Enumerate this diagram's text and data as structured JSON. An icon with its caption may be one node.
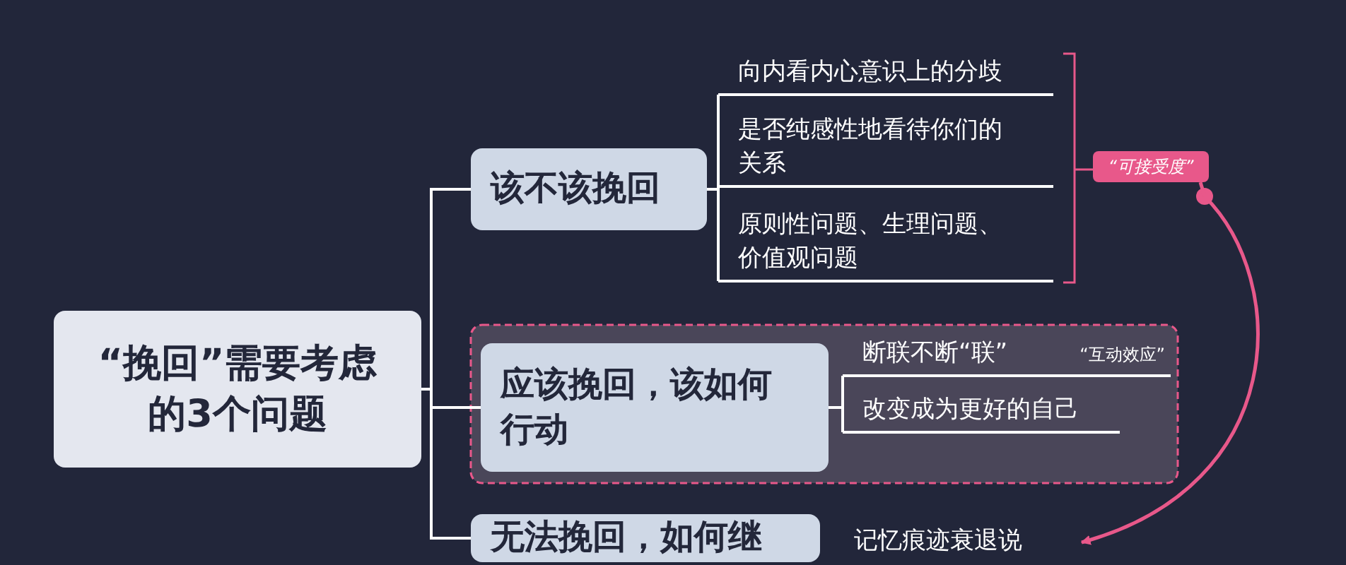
{
  "diagram": {
    "nodes": [
      {
        "text": [
          "“挽回”需要考虑的3个问题"
        ]
      },
      {
        "text": [
          "该不该挽回"
        ]
      },
      {
        "text": [
          "向内看内心意识上的分歧"
        ]
      },
      {
        "text": [
          "是否纯感性地看待你们的关系"
        ]
      },
      {
        "text": [
          "原则性问题、生理问题、价值观问题"
        ]
      },
      {
        "text": [
          "“可接受度”"
        ]
      },
      {
        "text": [],
        "shape": "box"
      },
      {
        "text": [
          "应该挽回，该如何行动"
        ],
        "in": 6
      },
      {
        "text": [
          "断联不断“联”",
          "“互动效应”"
        ],
        "in": 6
      },
      {
        "text": [
          "改变成为更好的自己"
        ],
        "in": 6
      },
      {
        "text": [
          "无法挽回，如何继"
        ]
      },
      {
        "text": [
          "记忆痕迹衰退说"
        ]
      }
    ],
    "edges": [
      {
        "from": 0,
        "to": 1,
        "arrow": "none"
      },
      {
        "from": 0,
        "to": 7,
        "arrow": "none"
      },
      {
        "from": 0,
        "to": 10,
        "arrow": "none"
      },
      {
        "from": 1,
        "to": 2,
        "arrow": "none"
      },
      {
        "from": 1,
        "to": 3,
        "arrow": "none"
      },
      {
        "from": 1,
        "to": 4,
        "arrow": "none"
      },
      {
        "from": 7,
        "to": 8,
        "arrow": "none"
      },
      {
        "from": 7,
        "to": 9,
        "arrow": "none"
      },
      {
        "from": 5,
        "to": 11,
        "arrow": "to",
        "color": "#e8588a"
      }
    ]
  }
}
